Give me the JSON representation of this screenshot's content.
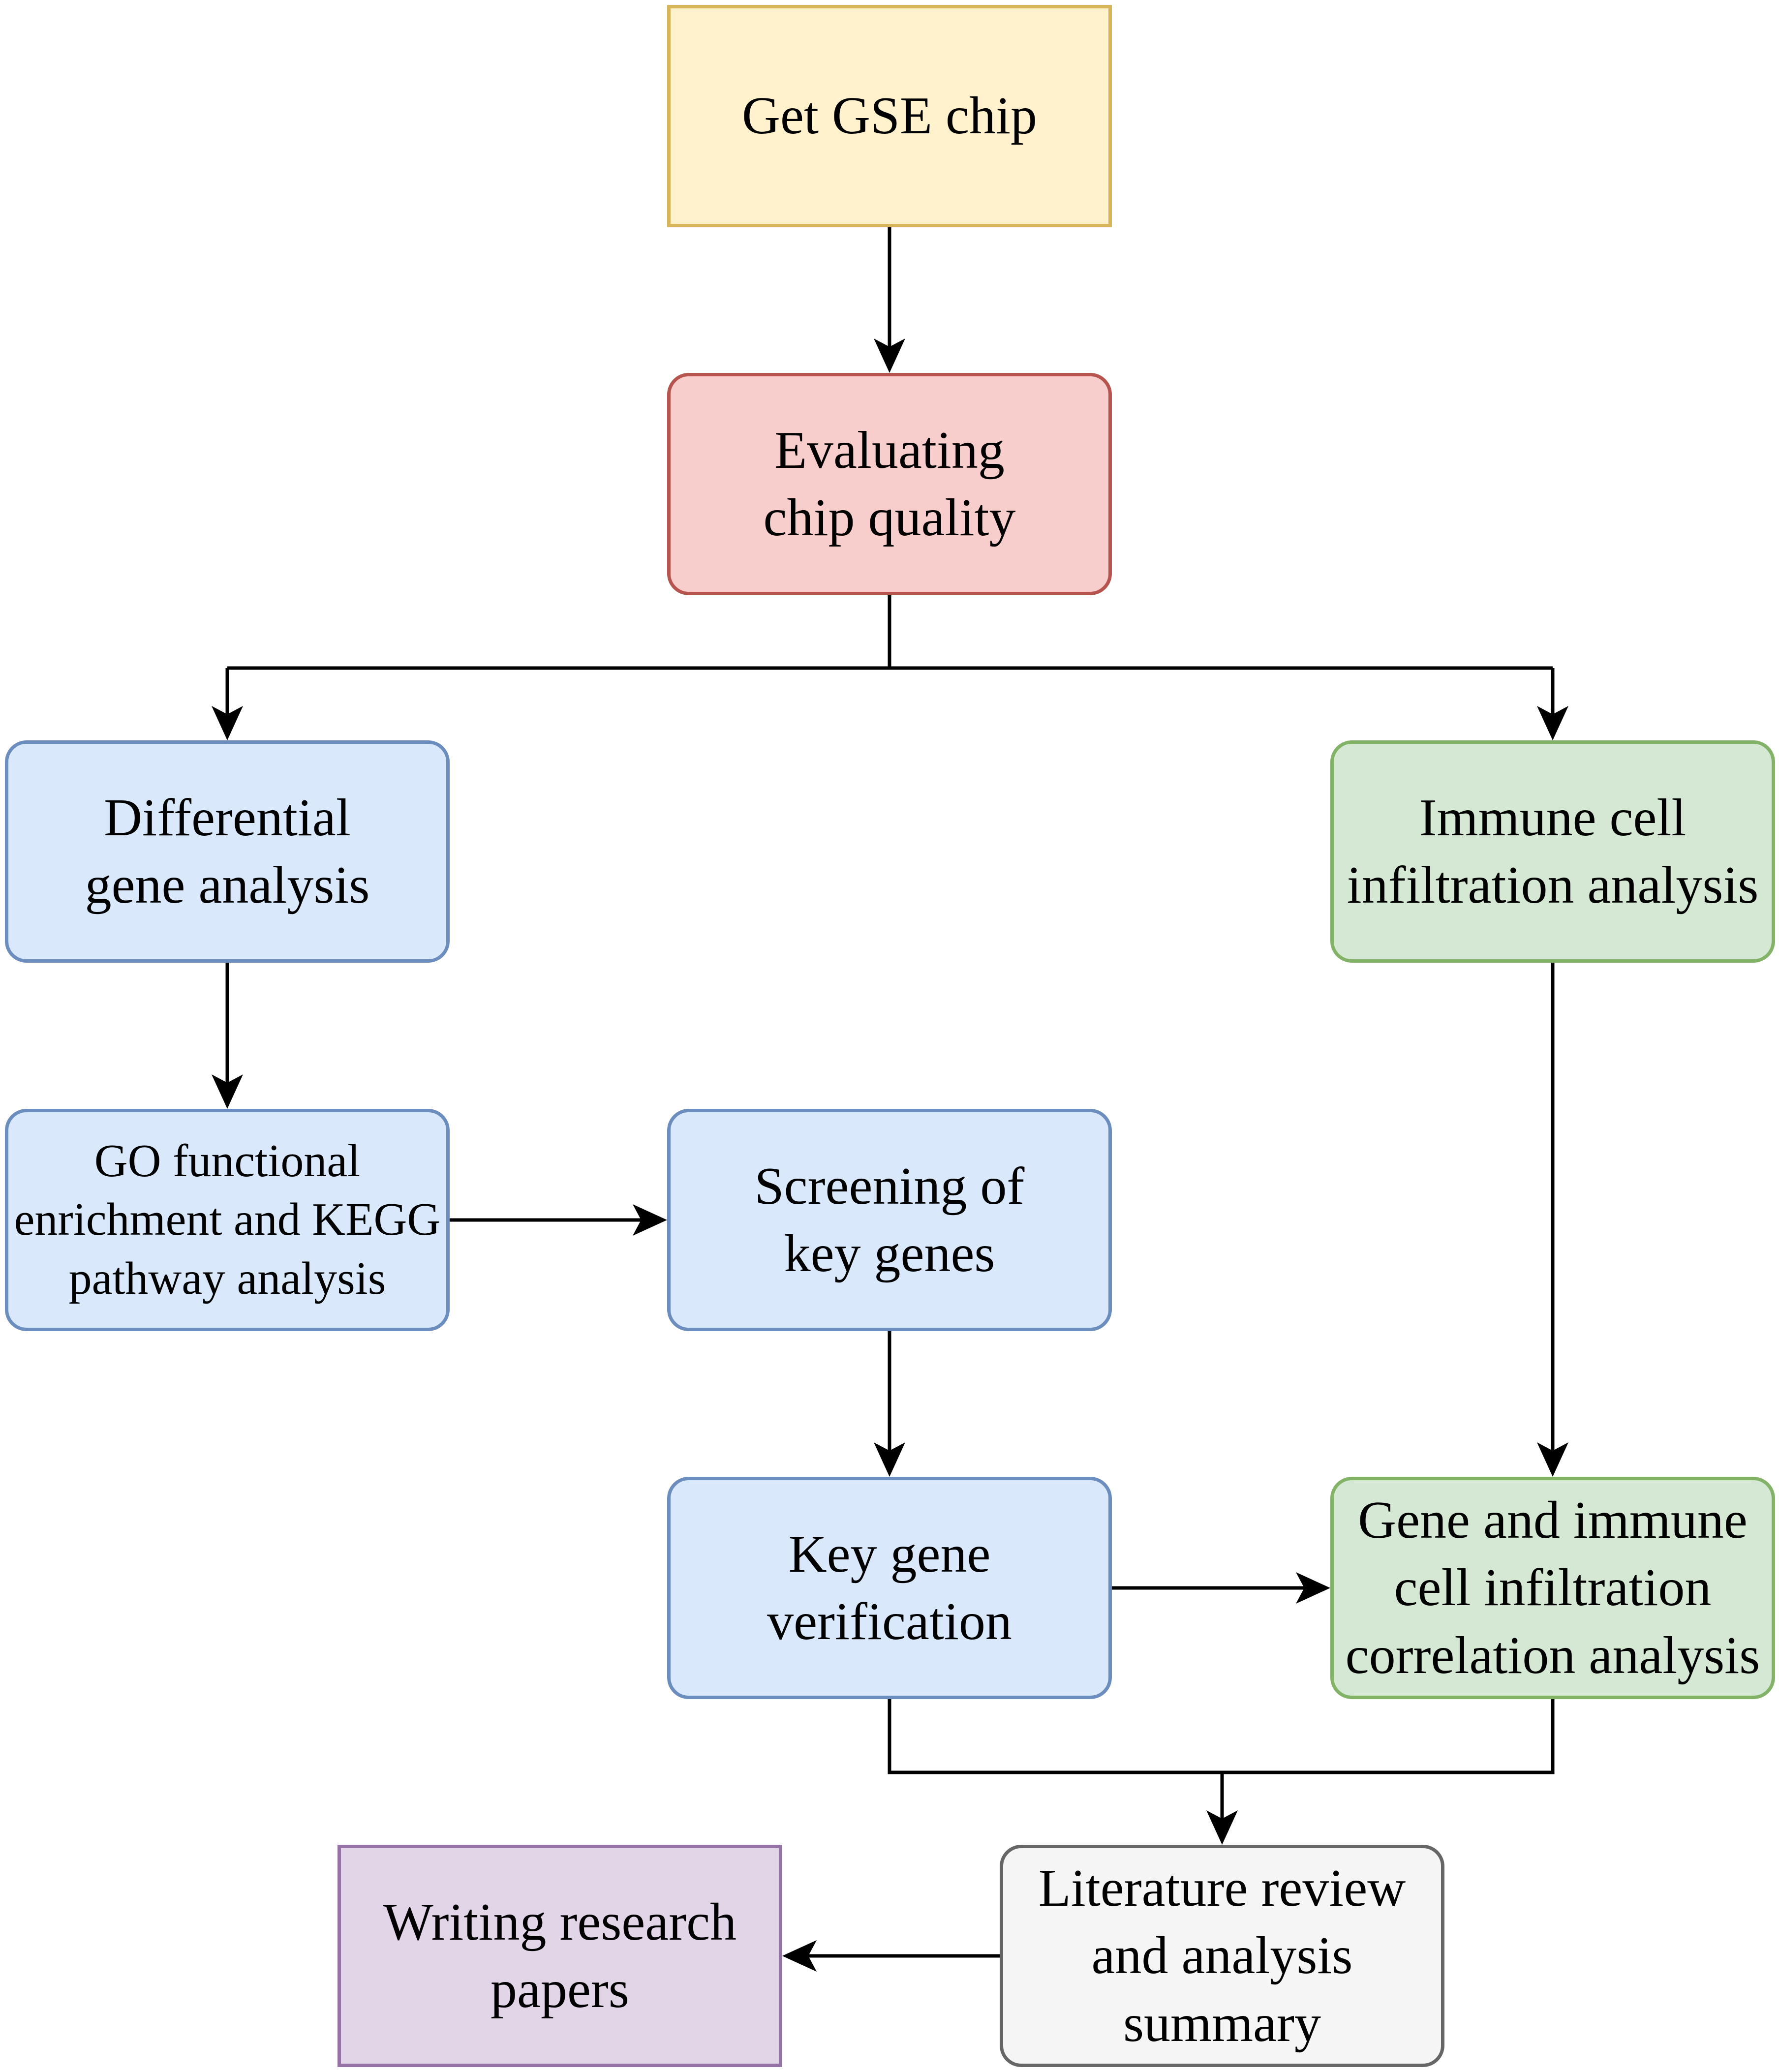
{
  "diagram": {
    "nodes": {
      "get_gse_chip": {
        "text": "Get GSE chip"
      },
      "evaluating_chip_quality": {
        "text": "Evaluating\nchip quality"
      },
      "differential_gene_analysis": {
        "text": "Differential\ngene analysis"
      },
      "immune_cell_infiltration_analysis": {
        "text": "Immune cell\ninfiltration analysis"
      },
      "go_kegg": {
        "text": "GO functional\nenrichment and KEGG\npathway analysis"
      },
      "screening_key_genes": {
        "text": "Screening of\nkey genes"
      },
      "key_gene_verification": {
        "text": "Key gene\nverification"
      },
      "gene_immune_correlation": {
        "text": "Gene and immune\ncell infiltration\ncorrelation analysis"
      },
      "literature_review": {
        "text": "Literature review\nand analysis\nsummary"
      },
      "writing_papers": {
        "text": "Writing research\npapers"
      }
    },
    "edges": [
      {
        "from": "get_gse_chip",
        "to": "evaluating_chip_quality"
      },
      {
        "from": "evaluating_chip_quality",
        "to": "differential_gene_analysis"
      },
      {
        "from": "evaluating_chip_quality",
        "to": "immune_cell_infiltration_analysis"
      },
      {
        "from": "differential_gene_analysis",
        "to": "go_kegg"
      },
      {
        "from": "go_kegg",
        "to": "screening_key_genes"
      },
      {
        "from": "screening_key_genes",
        "to": "key_gene_verification"
      },
      {
        "from": "immune_cell_infiltration_analysis",
        "to": "gene_immune_correlation"
      },
      {
        "from": "key_gene_verification",
        "to": "gene_immune_correlation"
      },
      {
        "from": "key_gene_verification",
        "to": "literature_review"
      },
      {
        "from": "gene_immune_correlation",
        "to": "literature_review"
      },
      {
        "from": "literature_review",
        "to": "writing_papers"
      }
    ],
    "colors": {
      "yellow_fill": "#fff2cc",
      "yellow_stroke": "#d6b656",
      "red_fill": "#f8cecc",
      "red_stroke": "#b85450",
      "blue_fill": "#dae8fc",
      "blue_stroke": "#6c8ebf",
      "green_fill": "#d5e8d4",
      "green_stroke": "#82b366",
      "gray_fill": "#f5f5f5",
      "gray_stroke": "#666666",
      "purple_fill": "#e1d5e7",
      "purple_stroke": "#9673a6",
      "arrow": "#000000"
    }
  }
}
